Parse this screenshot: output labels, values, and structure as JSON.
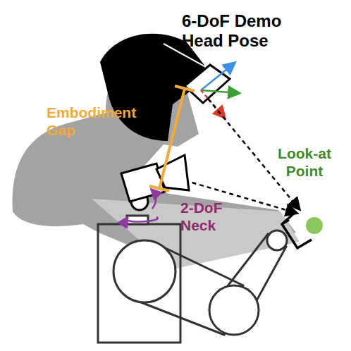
{
  "diagram": {
    "labels": [
      "6-DoF Demo Head Pose",
      "Embodiment Gap",
      "Look-at Point",
      "2-DoF Neck"
    ]
  }
}
